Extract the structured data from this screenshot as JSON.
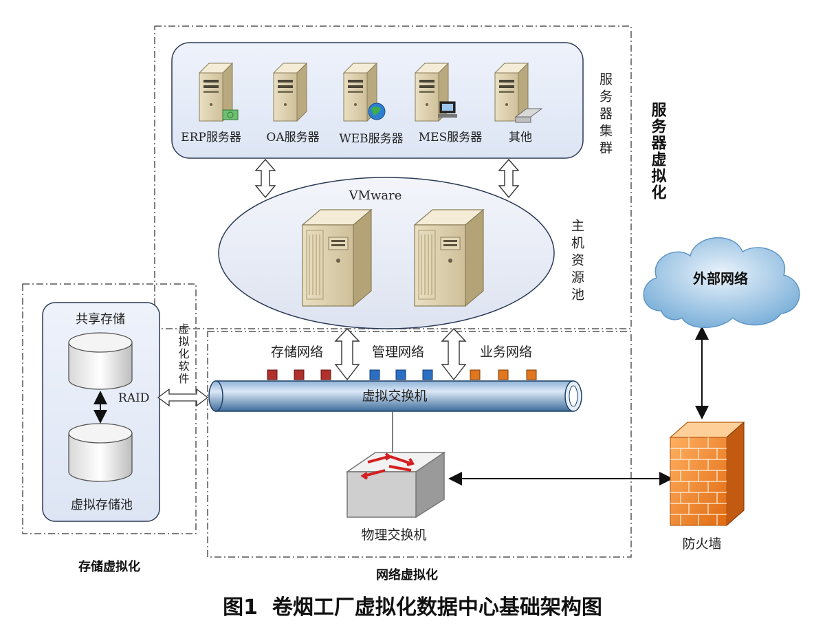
{
  "caption": "图1  卷烟工厂虚拟化数据中心基础架构图",
  "server_cluster": {
    "label": "服务器集群",
    "servers": [
      {
        "label": "ERP服务器",
        "icon": "server-money-icon"
      },
      {
        "label": "OA服务器",
        "icon": "server-icon"
      },
      {
        "label": "WEB服务器",
        "icon": "server-globe-icon"
      },
      {
        "label": "MES服务器",
        "icon": "server-monitor-icon"
      },
      {
        "label": "其他",
        "icon": "server-printer-icon"
      }
    ]
  },
  "host_pool": {
    "platform": "VMware",
    "label": "主机资源池"
  },
  "server_virtualization": {
    "label": "服务器虚拟化"
  },
  "storage": {
    "shared_label": "共享存储",
    "raid_label": "RAID",
    "pool_label": "虚拟存储池",
    "software_label": "虚拟化软件",
    "group_label": "存储虚拟化"
  },
  "network": {
    "storage_net": "存储网络",
    "management_net": "管理网络",
    "business_net": "业务网络",
    "virtual_switch": "虚拟交换机",
    "physical_switch": "物理交换机",
    "group_label": "网络虚拟化",
    "port_colors": {
      "storage": "#b0302c",
      "management": "#2a6fc4",
      "business": "#e0761e"
    }
  },
  "external": {
    "cloud_label": "外部网络",
    "firewall_label": "防火墙"
  }
}
